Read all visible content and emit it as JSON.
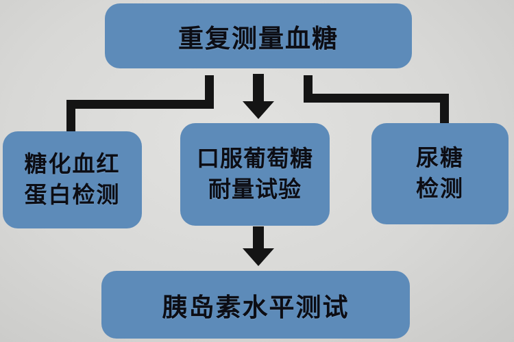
{
  "colors": {
    "bg": "#d8d8d6",
    "box": "#5d8bb9",
    "ink": "#0c0d14",
    "line": "#141414"
  },
  "diagram": {
    "type": "flowchart",
    "language": "zh-CN",
    "nodes": {
      "top": {
        "label": "重复测量血糖"
      },
      "left": {
        "line1": "糖化血红",
        "line2": "蛋白检测"
      },
      "middle": {
        "line1": "口服葡萄糖",
        "line2": "耐量试验"
      },
      "right": {
        "line1": "尿糖",
        "line2": "检测"
      },
      "bottom": {
        "label": "胰岛素水平测试"
      }
    },
    "edges": [
      {
        "from": "top",
        "to": "left",
        "style": "elbow",
        "arrowhead": false
      },
      {
        "from": "top",
        "to": "middle",
        "style": "straight",
        "arrowhead": true
      },
      {
        "from": "top",
        "to": "right",
        "style": "elbow",
        "arrowhead": false
      },
      {
        "from": "middle",
        "to": "bottom",
        "style": "straight",
        "arrowhead": true
      }
    ]
  }
}
